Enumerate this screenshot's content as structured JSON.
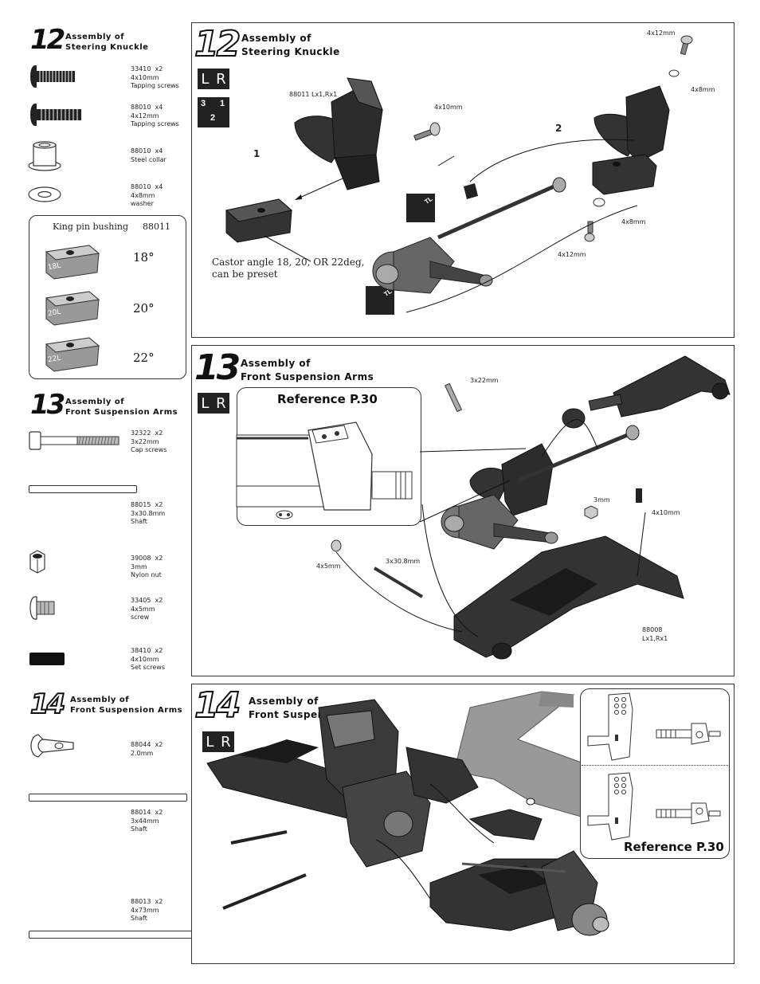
{
  "steps": {
    "s12": {
      "number": "12",
      "title_line1": "Assembly of",
      "title_line2": "Steering Knuckle",
      "panel_labels": {
        "knuckle": "88011 Lx1,Rx1",
        "screw_4x10": "4x10mm",
        "screw_4x12_top": "4x12mm",
        "washer_top": "4x8mm",
        "washer_bottom": "4x8mm",
        "screw_4x12_bottom": "4x12mm",
        "castor_line1": "Castor angle 18, 20, OR 22deg,",
        "castor_line2": "can be preset",
        "sub1": "1",
        "sub2": "2"
      }
    },
    "s13": {
      "number": "13",
      "title_line1": "Assembly of",
      "title_line2": "Front Suspension Arms",
      "panel_labels": {
        "reference": "Reference  P.30",
        "cap_3x22": "3x22mm",
        "nut_3": "3mm",
        "set_4x10": "4x10mm",
        "screw_4x5": "4x5mm",
        "shaft_3x30": "3x30.8mm",
        "arm_part": "88008",
        "arm_lr": "Lx1,Rx1"
      }
    },
    "s14": {
      "number": "14",
      "title_line1": "Assembly of",
      "title_line2": "Front Suspension Arms",
      "panel_labels": {
        "reference": "Reference  P.30"
      }
    }
  },
  "lr": {
    "l": "L",
    "r": "R"
  },
  "tl_icon": "TL",
  "order_icon": {
    "a": "3",
    "b": "1",
    "c": "2"
  },
  "parts_12": [
    {
      "code": "33410",
      "qty": "x2",
      "size": "4x10mm",
      "desc": "Tapping screws"
    },
    {
      "code": "88010",
      "qty": "x4",
      "size": "4x12mm",
      "desc": "Tapping screws"
    },
    {
      "code": "88010",
      "qty": "x4",
      "size": "",
      "desc": "Steel collar"
    },
    {
      "code": "88010",
      "qty": "x4",
      "size": "4x8mm",
      "desc": "washer"
    }
  ],
  "kingpin": {
    "label": "King pin bushing",
    "code": "88011",
    "items": [
      {
        "tag": "18L",
        "angle": "18°"
      },
      {
        "tag": "20L",
        "angle": "20°"
      },
      {
        "tag": "22L",
        "angle": "22°"
      }
    ]
  },
  "parts_13": [
    {
      "code": "32322",
      "qty": "x2",
      "size": "3x22mm",
      "desc": "Cap screws"
    },
    {
      "code": "88015",
      "qty": "x2",
      "size": "3x30.8mm",
      "desc": "Shaft"
    },
    {
      "code": "39008",
      "qty": "x2",
      "size": "3mm",
      "desc": "Nylon nut"
    },
    {
      "code": "33405",
      "qty": "x2",
      "size": "4x5mm",
      "desc": "screw"
    },
    {
      "code": "38410",
      "qty": "x2",
      "size": "4x10mm",
      "desc": "Set screws"
    }
  ],
  "parts_14": [
    {
      "code": "88044",
      "qty": "x2",
      "size": "2.0mm",
      "desc": ""
    },
    {
      "code": "88014",
      "qty": "x2",
      "size": "3x44mm",
      "desc": "Shaft"
    },
    {
      "code": "88013",
      "qty": "x2",
      "size": "4x73mm",
      "desc": "Shaft"
    }
  ]
}
